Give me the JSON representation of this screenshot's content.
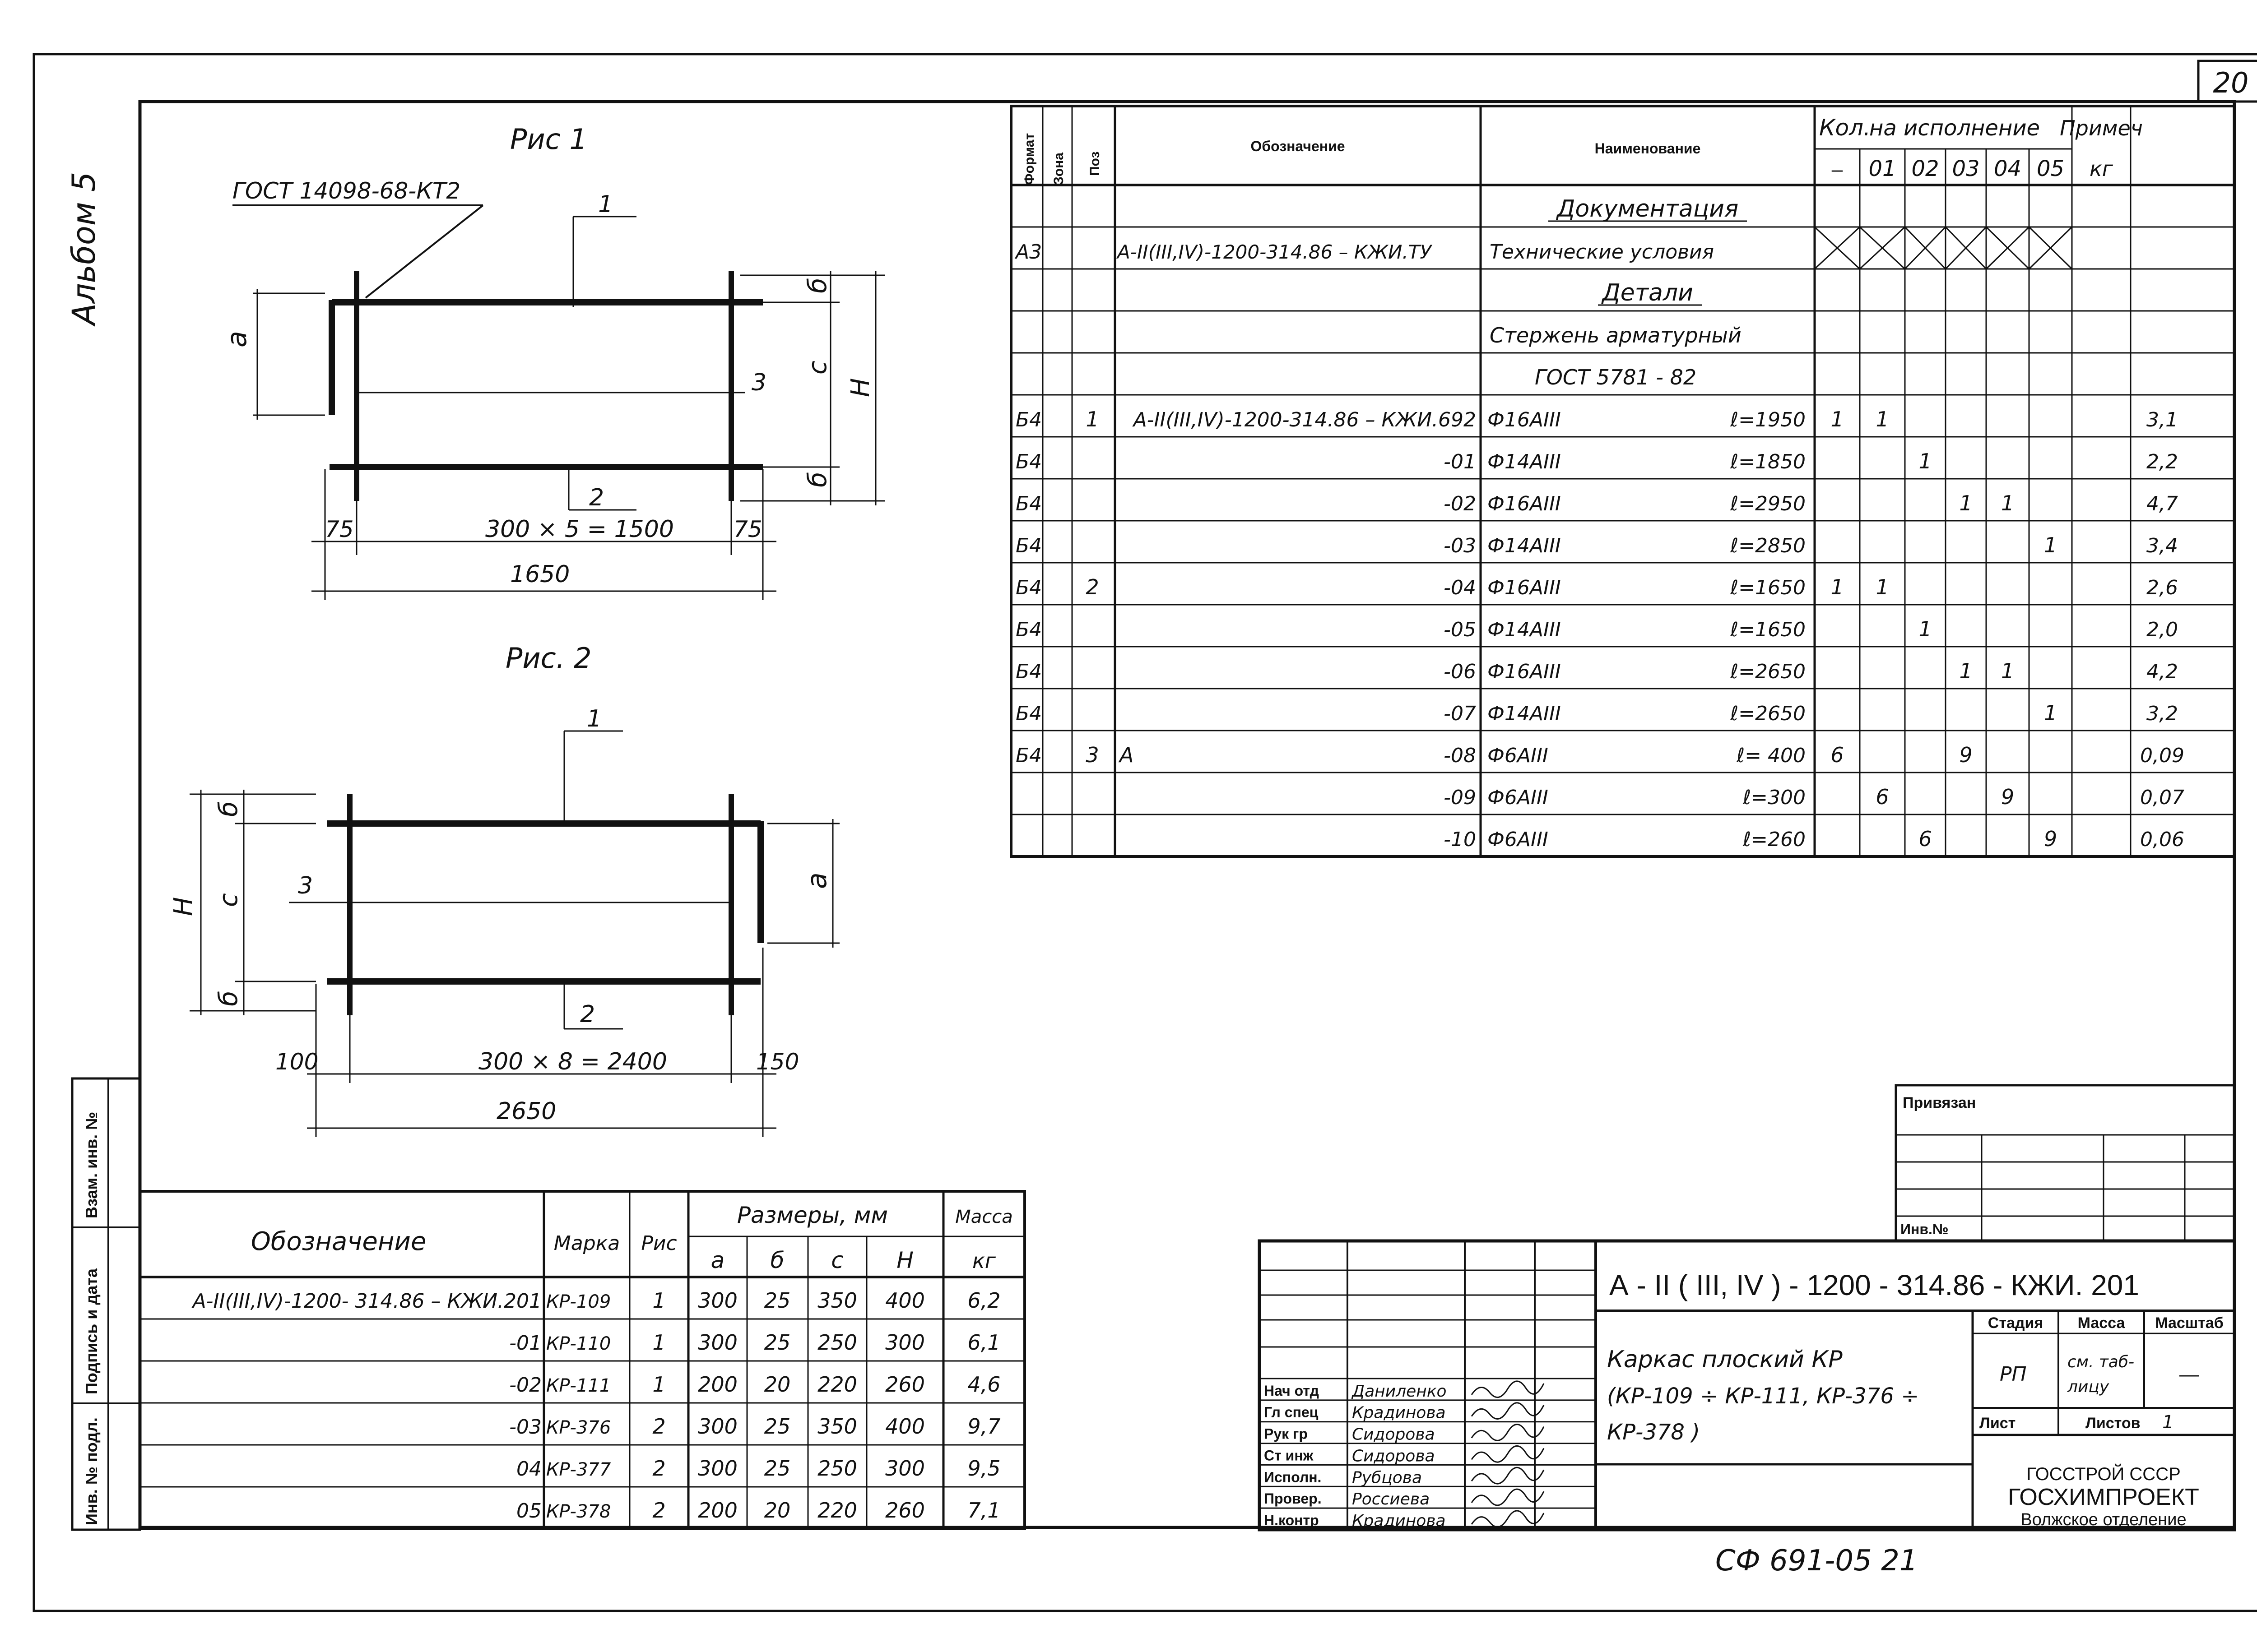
{
  "page_number": "20",
  "album_label": "Альбом 5",
  "figures": {
    "fig1": {
      "title": "Рис 1",
      "gost": "ГОСТ 14098-68-КТ2",
      "pos1": "1",
      "pos2": "2",
      "pos3": "3",
      "dim_a": "а",
      "dim_b_top": "б",
      "dim_b_bot": "б",
      "dim_c": "с",
      "dim_h": "Н",
      "dim_left": "75",
      "dim_mid": "300 × 5 = 1500",
      "dim_right": "75",
      "dim_total": "1650"
    },
    "fig2": {
      "title": "Рис. 2",
      "pos1": "1",
      "pos2": "2",
      "pos3": "3",
      "dim_a": "а",
      "dim_b_top": "б",
      "dim_b_bot": "б",
      "dim_c": "с",
      "dim_h": "Н",
      "dim_left": "100",
      "dim_mid": "300 × 8 = 2400",
      "dim_right": "150",
      "dim_total": "2650"
    }
  },
  "spec": {
    "headers": {
      "format": "Формат",
      "zone": "Зона",
      "pos": "Поз",
      "designation": "Обозначение",
      "name": "Наименование",
      "qty": "Кол.",
      "variants_title": "на исполнение",
      "dash": "–",
      "v01": "01",
      "v02": "02",
      "v03": "03",
      "v04": "04",
      "v05": "05",
      "note": "Примеч",
      "note_unit": "кг"
    },
    "section_docs": "Документация",
    "doc_row": {
      "format": "А3",
      "designation": "А-II(III,IV)-1200-314.86 – КЖИ.ТУ",
      "name": "Технические условия"
    },
    "section_parts": "Детали",
    "part_title1": "Стержень арматурный",
    "part_title2": "ГОСТ 5781 - 82",
    "rows": [
      {
        "format": "Б4",
        "pos": "1",
        "designation": "А-II(III,IV)-1200-314.86 – КЖИ.692",
        "name": "Ф16АIII",
        "len": "ℓ=1950",
        "q": [
          "1",
          "1",
          "",
          "",
          "",
          ""
        ],
        "mass": "3,1"
      },
      {
        "format": "Б4",
        "pos": "",
        "designation": "-01",
        "name": "Ф14АIII",
        "len": "ℓ=1850",
        "q": [
          "",
          "",
          "1",
          "",
          "",
          ""
        ],
        "mass": "2,2"
      },
      {
        "format": "Б4",
        "pos": "",
        "designation": "-02",
        "name": "Ф16АIII",
        "len": "ℓ=2950",
        "q": [
          "",
          "",
          "",
          "1",
          "1",
          ""
        ],
        "mass": "4,7"
      },
      {
        "format": "Б4",
        "pos": "",
        "designation": "-03",
        "name": "Ф14АIII",
        "len": "ℓ=2850",
        "q": [
          "",
          "",
          "",
          "",
          "",
          "1"
        ],
        "mass": "3,4"
      },
      {
        "format": "Б4",
        "pos": "2",
        "designation": "-04",
        "name": "Ф16АIII",
        "len": "ℓ=1650",
        "q": [
          "1",
          "1",
          "",
          "",
          "",
          ""
        ],
        "mass": "2,6"
      },
      {
        "format": "Б4",
        "pos": "",
        "designation": "-05",
        "name": "Ф14АIII",
        "len": "ℓ=1650",
        "q": [
          "",
          "",
          "1",
          "",
          "",
          ""
        ],
        "mass": "2,0"
      },
      {
        "format": "Б4",
        "pos": "",
        "designation": "-06",
        "name": "Ф16АIII",
        "len": "ℓ=2650",
        "q": [
          "",
          "",
          "",
          "1",
          "1",
          ""
        ],
        "mass": "4,2"
      },
      {
        "format": "Б4",
        "pos": "",
        "designation": "-07",
        "name": "Ф14АIII",
        "len": "ℓ=2650",
        "q": [
          "",
          "",
          "",
          "",
          "",
          "1"
        ],
        "mass": "3,2"
      },
      {
        "format": "Б4",
        "pos": "3",
        "prefix": "А",
        "designation": "-08",
        "name": "Ф6АIII",
        "len": "ℓ= 400",
        "q": [
          "6",
          "",
          "",
          "9",
          "",
          ""
        ],
        "mass": "0,09"
      },
      {
        "format": "",
        "pos": "",
        "designation": "-09",
        "name": "Ф6АIII",
        "len": "ℓ=300",
        "q": [
          "",
          "6",
          "",
          "",
          "9",
          ""
        ],
        "mass": "0,07"
      },
      {
        "format": "",
        "pos": "",
        "designation": "-10",
        "name": "Ф6АIII",
        "len": "ℓ=260",
        "q": [
          "",
          "",
          "6",
          "",
          "",
          "9"
        ],
        "mass": "0,06"
      }
    ]
  },
  "sizes_table": {
    "headers": {
      "designation": "Обозначение",
      "mark": "Марка",
      "fig": "Рис",
      "sizes": "Размеры, мм",
      "a": "а",
      "b": "б",
      "c": "с",
      "h": "Н",
      "mass": "Масса",
      "mass_unit": "кг"
    },
    "rows": [
      {
        "designation": "А-II(III,IV)-1200- 314.86 – КЖИ.201",
        "mark": "КР-109",
        "fig": "1",
        "a": "300",
        "b": "25",
        "c": "350",
        "h": "400",
        "mass": "6,2"
      },
      {
        "designation": "-01",
        "mark": "КР-110",
        "fig": "1",
        "a": "300",
        "b": "25",
        "c": "250",
        "h": "300",
        "mass": "6,1"
      },
      {
        "designation": "-02",
        "mark": "КР-111",
        "fig": "1",
        "a": "200",
        "b": "20",
        "c": "220",
        "h": "260",
        "mass": "4,6"
      },
      {
        "designation": "-03",
        "mark": "КР-376",
        "fig": "2",
        "a": "300",
        "b": "25",
        "c": "350",
        "h": "400",
        "mass": "9,7"
      },
      {
        "designation": "04",
        "mark": "КР-377",
        "fig": "2",
        "a": "300",
        "b": "25",
        "c": "250",
        "h": "300",
        "mass": "9,5"
      },
      {
        "designation": "05",
        "mark": "КР-378",
        "fig": "2",
        "a": "200",
        "b": "20",
        "c": "220",
        "h": "260",
        "mass": "7,1"
      }
    ]
  },
  "left_strip": {
    "inv_podl": "Инв. № подл.",
    "podpis": "Подпись и дата",
    "vzam": "Взам. инв. №"
  },
  "privyazan": {
    "label": "Привязан",
    "inv": "Инв.№"
  },
  "title_block": {
    "code": "А - II ( III, IV ) - 1200  - 314.86  - КЖИ. 201",
    "title_line1": "Каркас плоский КР",
    "title_line2": "(КР-109 ÷ КР-111,  КР-376 ÷",
    "title_line3": "КР-378 )",
    "stage_label": "Стадия",
    "mass_label": "Масса",
    "scale_label": "Масштаб",
    "stage": "РП",
    "mass_val1": "см. таб-",
    "mass_val2": "лицу",
    "scale_val": "—",
    "sheet_label": "Лист",
    "sheets_label": "Листов",
    "sheets_val": "1",
    "org1": "ГОССТРОЙ СССР",
    "org2": "ГОСХИМПРОЕКТ",
    "org3": "Волжское отделение",
    "people": [
      {
        "role": "Нач отд",
        "name": "Даниленко"
      },
      {
        "role": "Гл спец",
        "name": "Крадинова"
      },
      {
        "role": "Рук гр",
        "name": "Сидорова"
      },
      {
        "role": "Ст инж",
        "name": "Сидорова"
      },
      {
        "role": "Исполн.",
        "name": "Рубцова"
      },
      {
        "role": "Провер.",
        "name": "Россиева"
      },
      {
        "role": "Н.контр",
        "name": "Крадинова"
      }
    ]
  },
  "bottom_stamp": "СФ 691-05  21"
}
